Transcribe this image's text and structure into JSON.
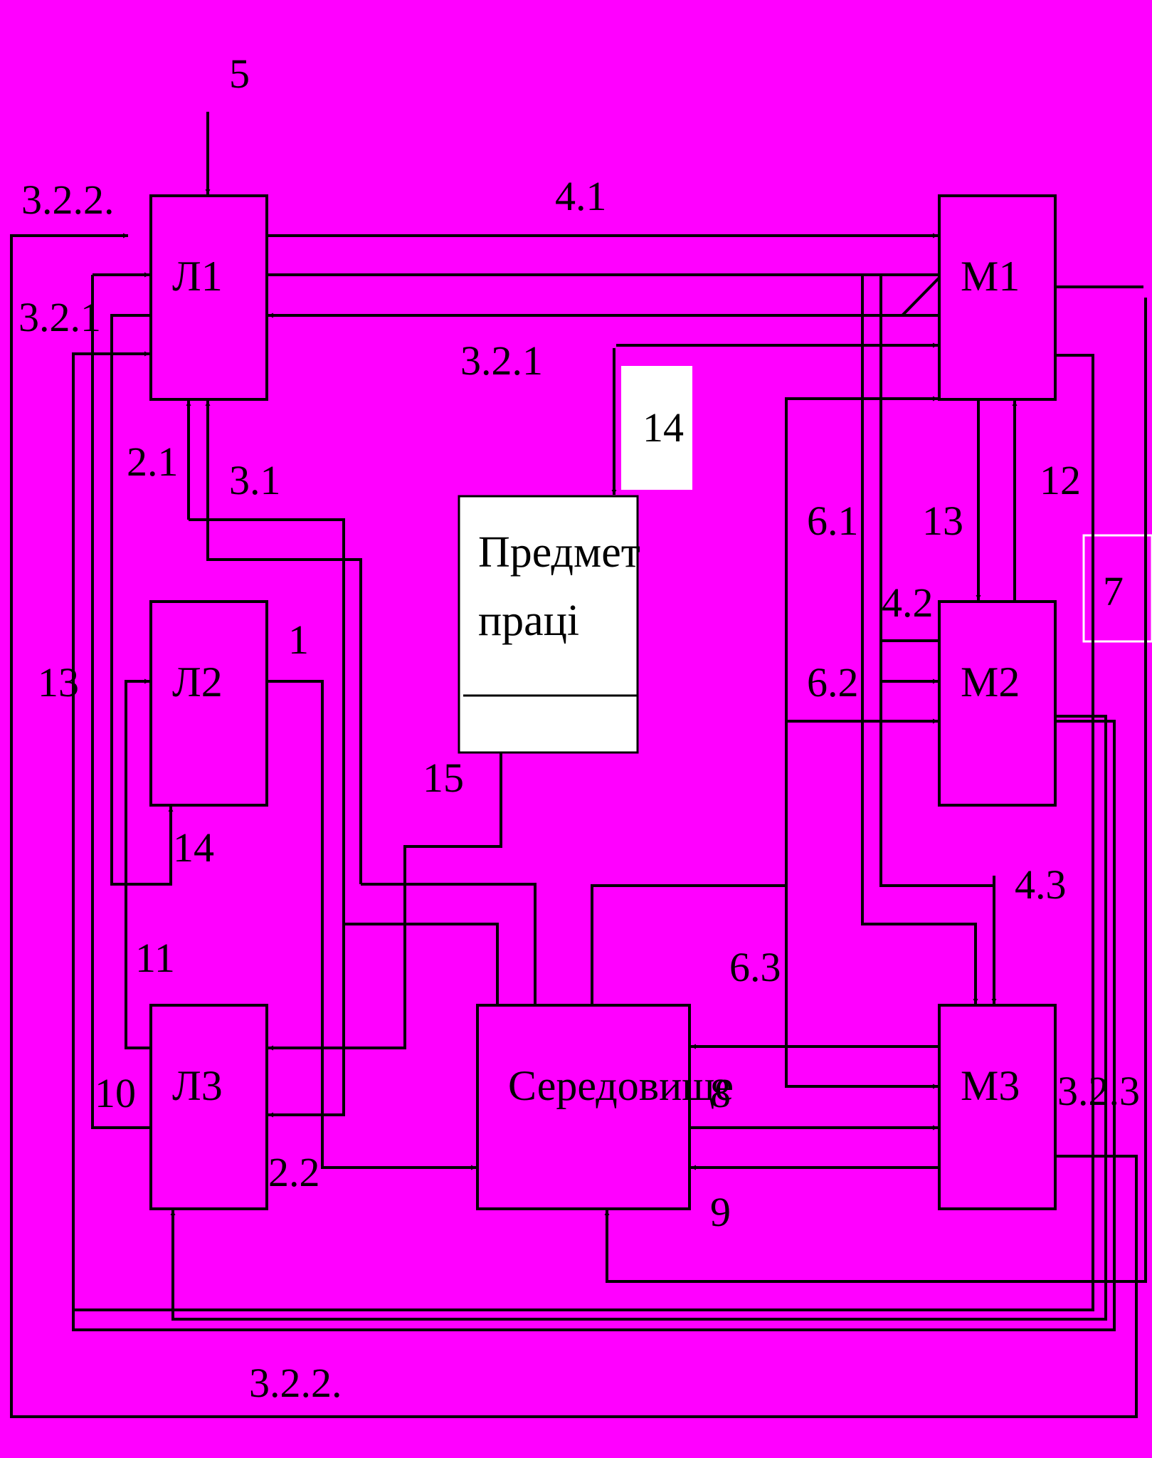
{
  "colors": {
    "background": "#ff00ff",
    "line": "#000000",
    "white_box": "#ffffff"
  },
  "boxes": {
    "L1": "Л1",
    "L2": "Л2",
    "L3": "Л3",
    "M1": "М1",
    "M2": "М2",
    "M3": "М3",
    "environment": "Середовище",
    "subject_line1": "Предмет",
    "subject_line2": "праці",
    "box14": "14",
    "box7": "7"
  },
  "labels": {
    "n5": "5",
    "n3_2_2_top": "3.2.2.",
    "n3_2_1_left": "3.2.1",
    "n4_1": "4.1",
    "n3_2_1_mid": "3.2.1",
    "n2_1": "2.1",
    "n3_1": "3.1",
    "n13_left": "13",
    "n1": "1",
    "n14": "14",
    "n15": "15",
    "n11": "11",
    "n10": "10",
    "n2_2": "2.2",
    "n6_1": "6.1",
    "n13_right": "13",
    "n12": "12",
    "n4_2": "4.2",
    "n6_2": "6.2",
    "n4_3": "4.3",
    "n6_3": "6.3",
    "n8": "8",
    "n9": "9",
    "n3_2_3": "3.2.3",
    "n3_2_2_bottom": "3.2.2."
  }
}
